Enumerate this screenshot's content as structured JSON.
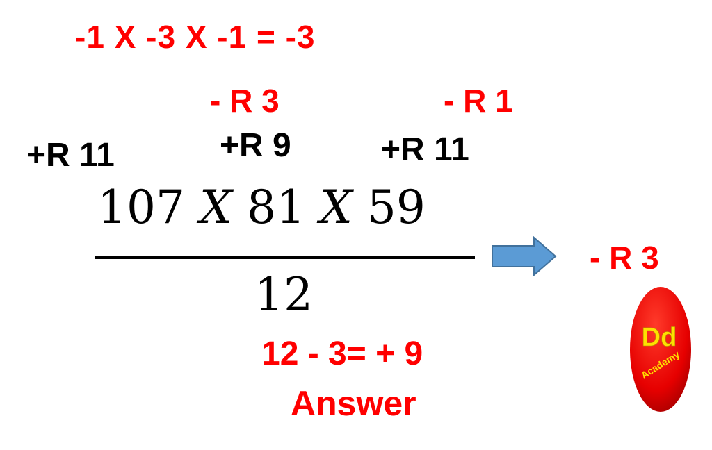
{
  "equation_top": "-1 X -3 X -1 = -3",
  "remainders": {
    "neg_81": "- R 3",
    "neg_59": "- R 1",
    "pos_107": "+R 11",
    "pos_81": "+R 9",
    "pos_59": "+R 11"
  },
  "fraction": {
    "num_a": "107",
    "op_1": "X",
    "num_b": "81",
    "op_2": "X",
    "num_c": "59",
    "denominator": "12"
  },
  "result_remainder": "- R 3",
  "final_calc": "12 - 3= + 9",
  "answer_label": "Answer",
  "logo": {
    "letters": "Dd",
    "subtitle": "Academy"
  },
  "colors": {
    "red": "#ff0000",
    "black": "#000000",
    "arrow_fill": "#5b9bd5",
    "arrow_stroke": "#41719c",
    "logo_yellow": "#ffe000"
  },
  "icons": {
    "arrow": "right-arrow-icon",
    "logo": "dd-academy-logo"
  }
}
